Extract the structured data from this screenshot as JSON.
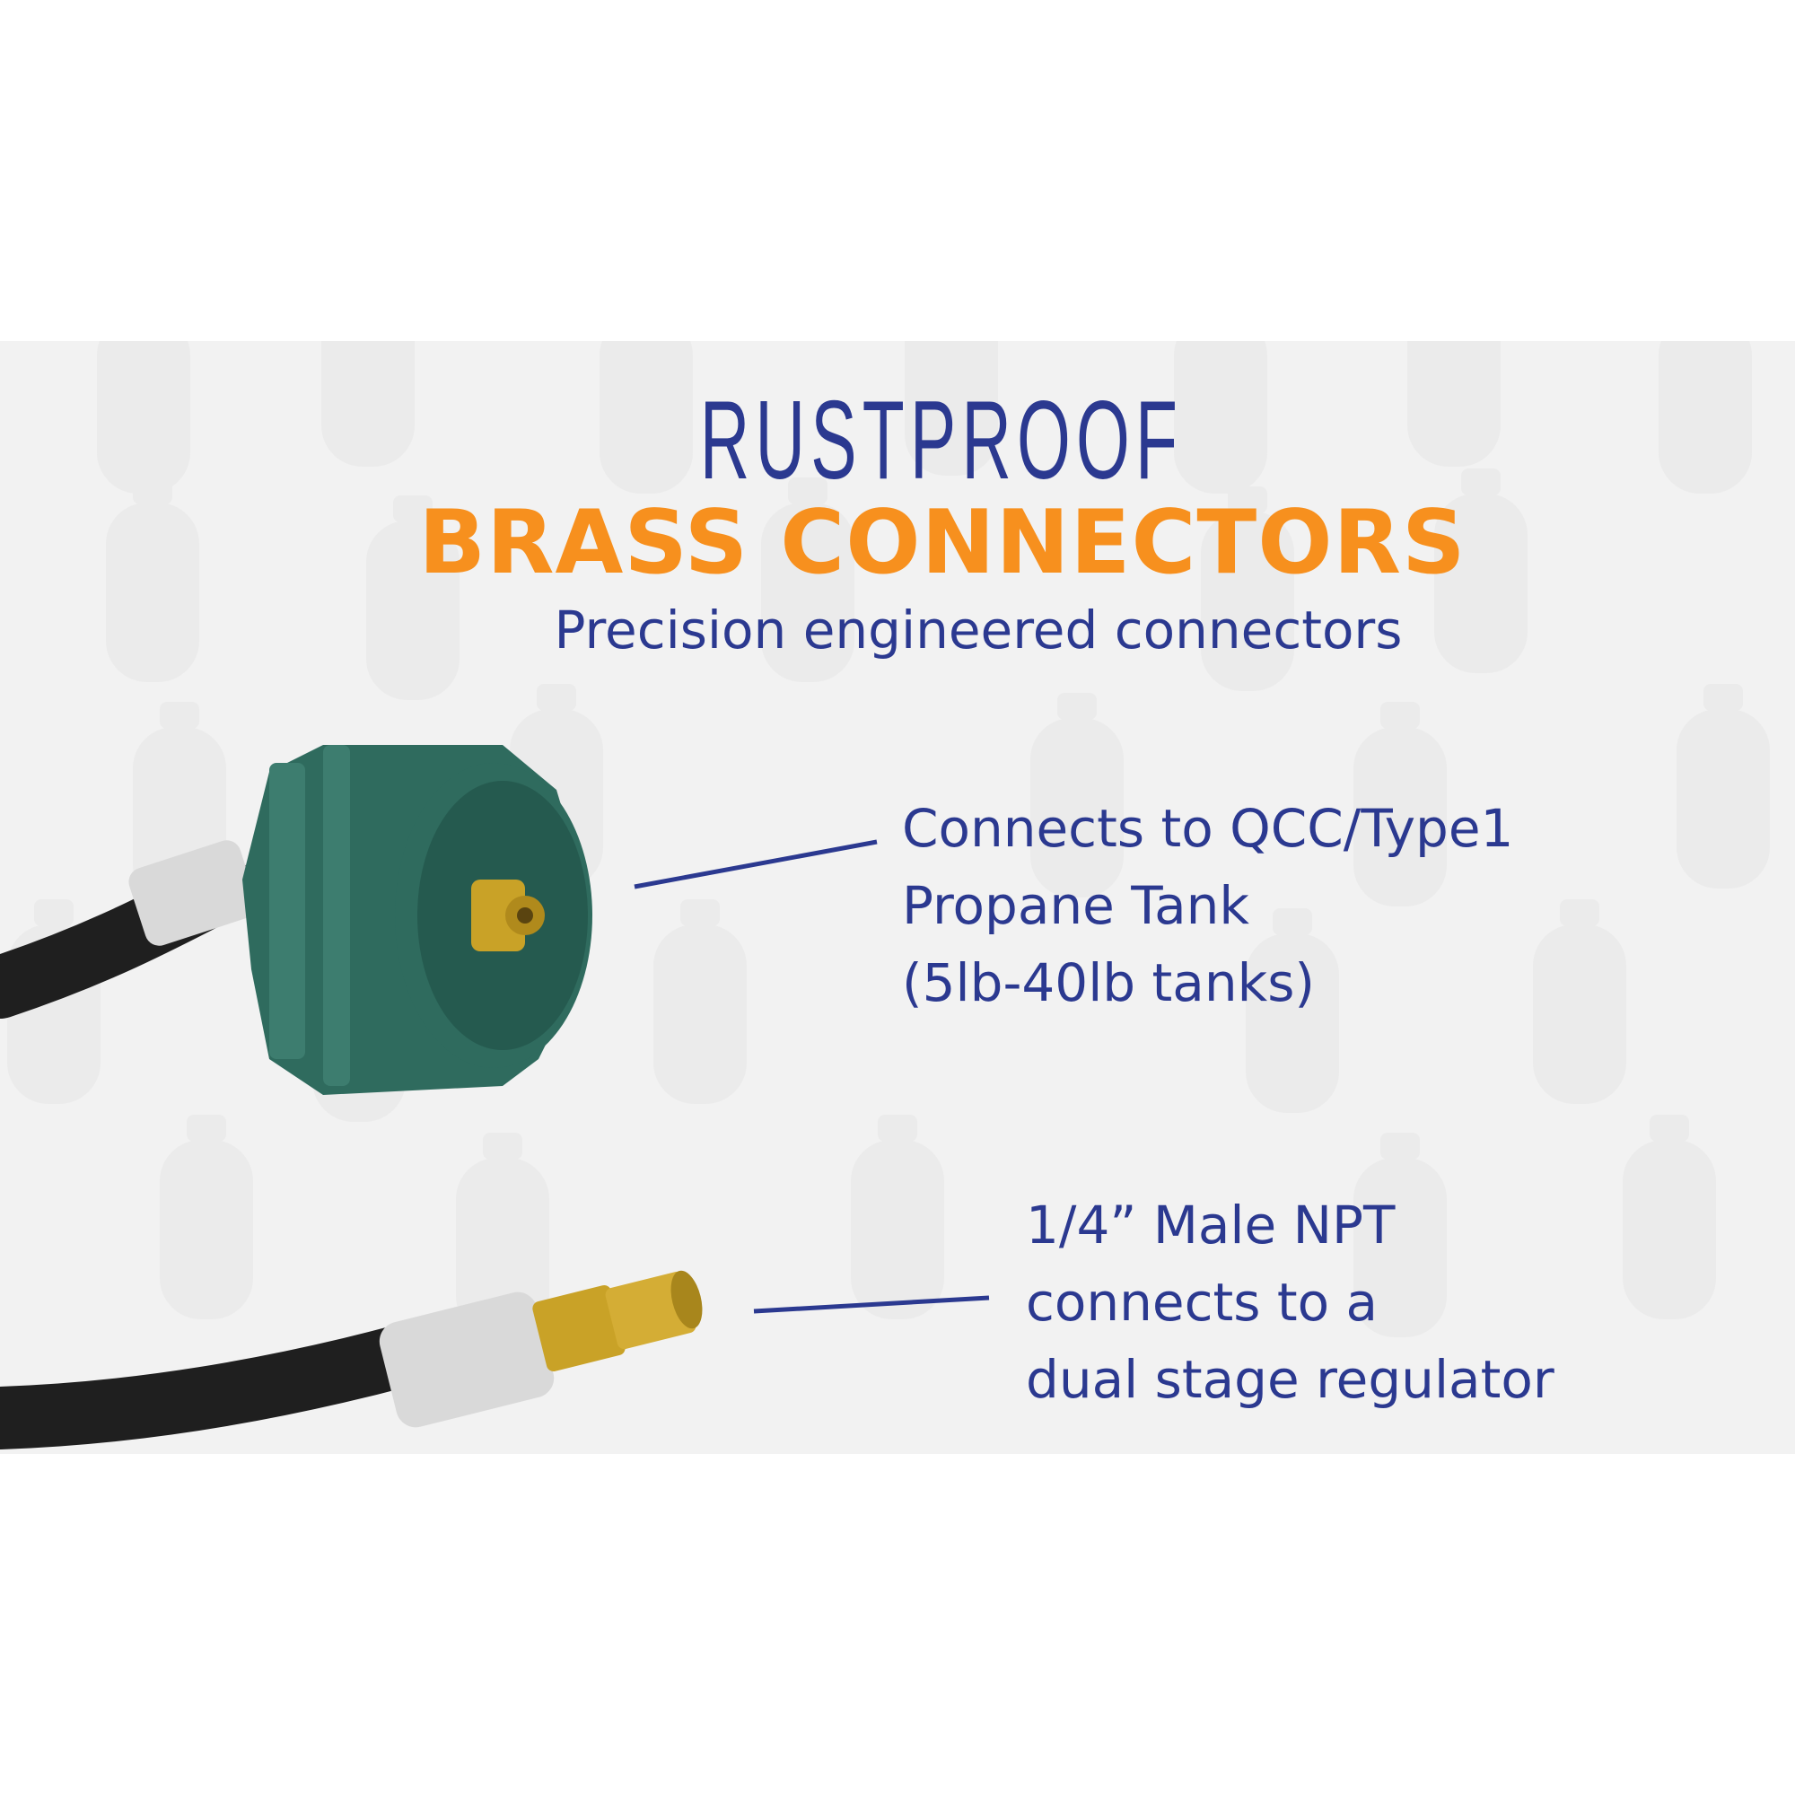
{
  "heading": {
    "line1": "RUSTPROOF",
    "line2": "BRASS CONNECTORS",
    "subtitle": "Precision engineered connectors"
  },
  "callouts": {
    "qcc": {
      "line1": "Connects to QCC/Type1",
      "line2": "Propane Tank",
      "line3": "(5lb-40lb tanks)"
    },
    "npt": {
      "line1": "1/4” Male NPT",
      "line2": "connects to a",
      "line3": "dual stage regulator"
    }
  },
  "colors": {
    "blue": "#2b3990",
    "orange": "#f7901e",
    "connector_green": "#2f6b5e",
    "hose": "#1f1f1f",
    "brass": "#c9a227",
    "crimp": "#d9d9d9",
    "banner_bg": "#f2f2f2"
  },
  "icons": {
    "background": "propane-tank-pattern-icon",
    "qcc_fitting": "qcc-connector-icon",
    "npt_fitting": "npt-fitting-icon"
  }
}
